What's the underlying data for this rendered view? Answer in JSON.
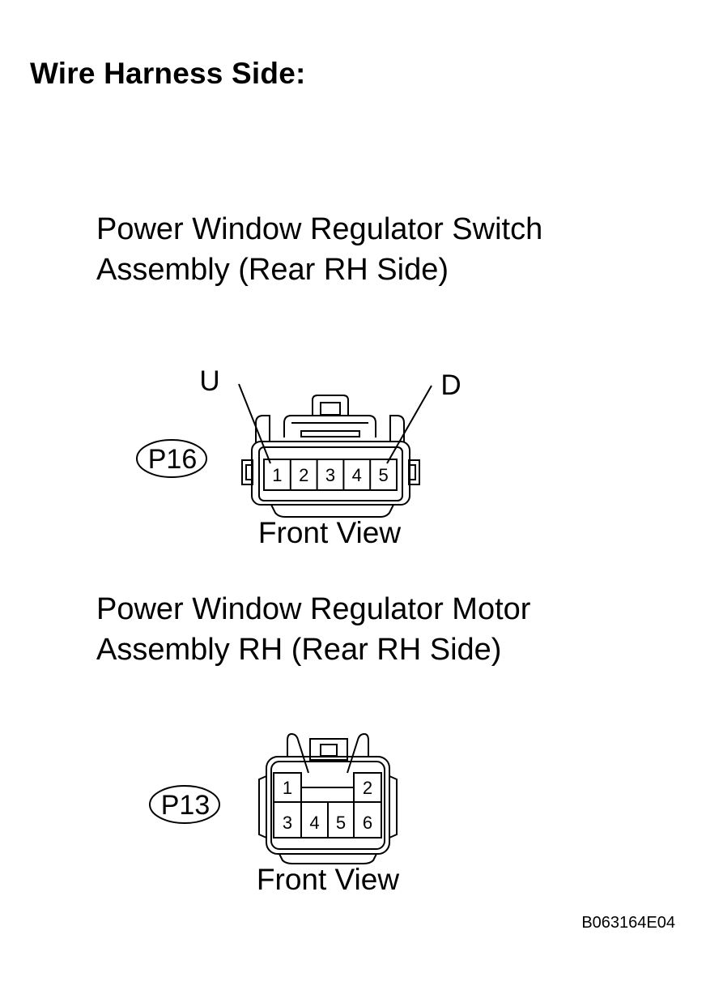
{
  "heading": "Wire Harness Side:",
  "connectors": [
    {
      "title_line1": "Power Window Regulator Switch",
      "title_line2": "Assembly (Rear RH Side)",
      "tag": "P16",
      "pins": [
        "1",
        "2",
        "3",
        "4",
        "5"
      ],
      "terminal_left": "U",
      "terminal_right": "D",
      "view_label": "Front View"
    },
    {
      "title_line1": "Power Window Regulator Motor",
      "title_line2": "Assembly RH (Rear RH Side)",
      "tag": "P13",
      "pins": [
        "1",
        "2",
        "3",
        "4",
        "5",
        "6"
      ],
      "view_label": "Front View"
    }
  ],
  "figure_id": "B063164E04"
}
